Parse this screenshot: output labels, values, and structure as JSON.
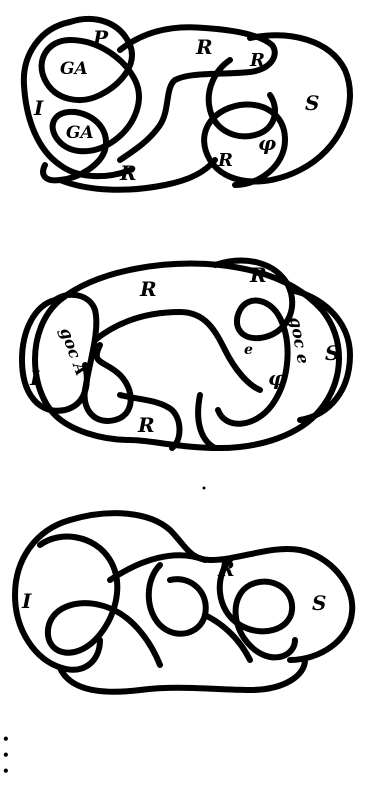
{
  "figures": [
    {
      "labels": [
        "P",
        "GA",
        "R",
        "I",
        "GA",
        "R",
        "R",
        "S",
        "φ",
        "R"
      ]
    },
    {
      "labels": [
        "R",
        "R",
        "I",
        "goc A",
        "goc e",
        "φ",
        "S",
        "R",
        "e"
      ]
    },
    {
      "labels": [
        "I",
        "R",
        "S"
      ]
    }
  ],
  "margin_marks": [
    "•",
    "•",
    "•"
  ]
}
